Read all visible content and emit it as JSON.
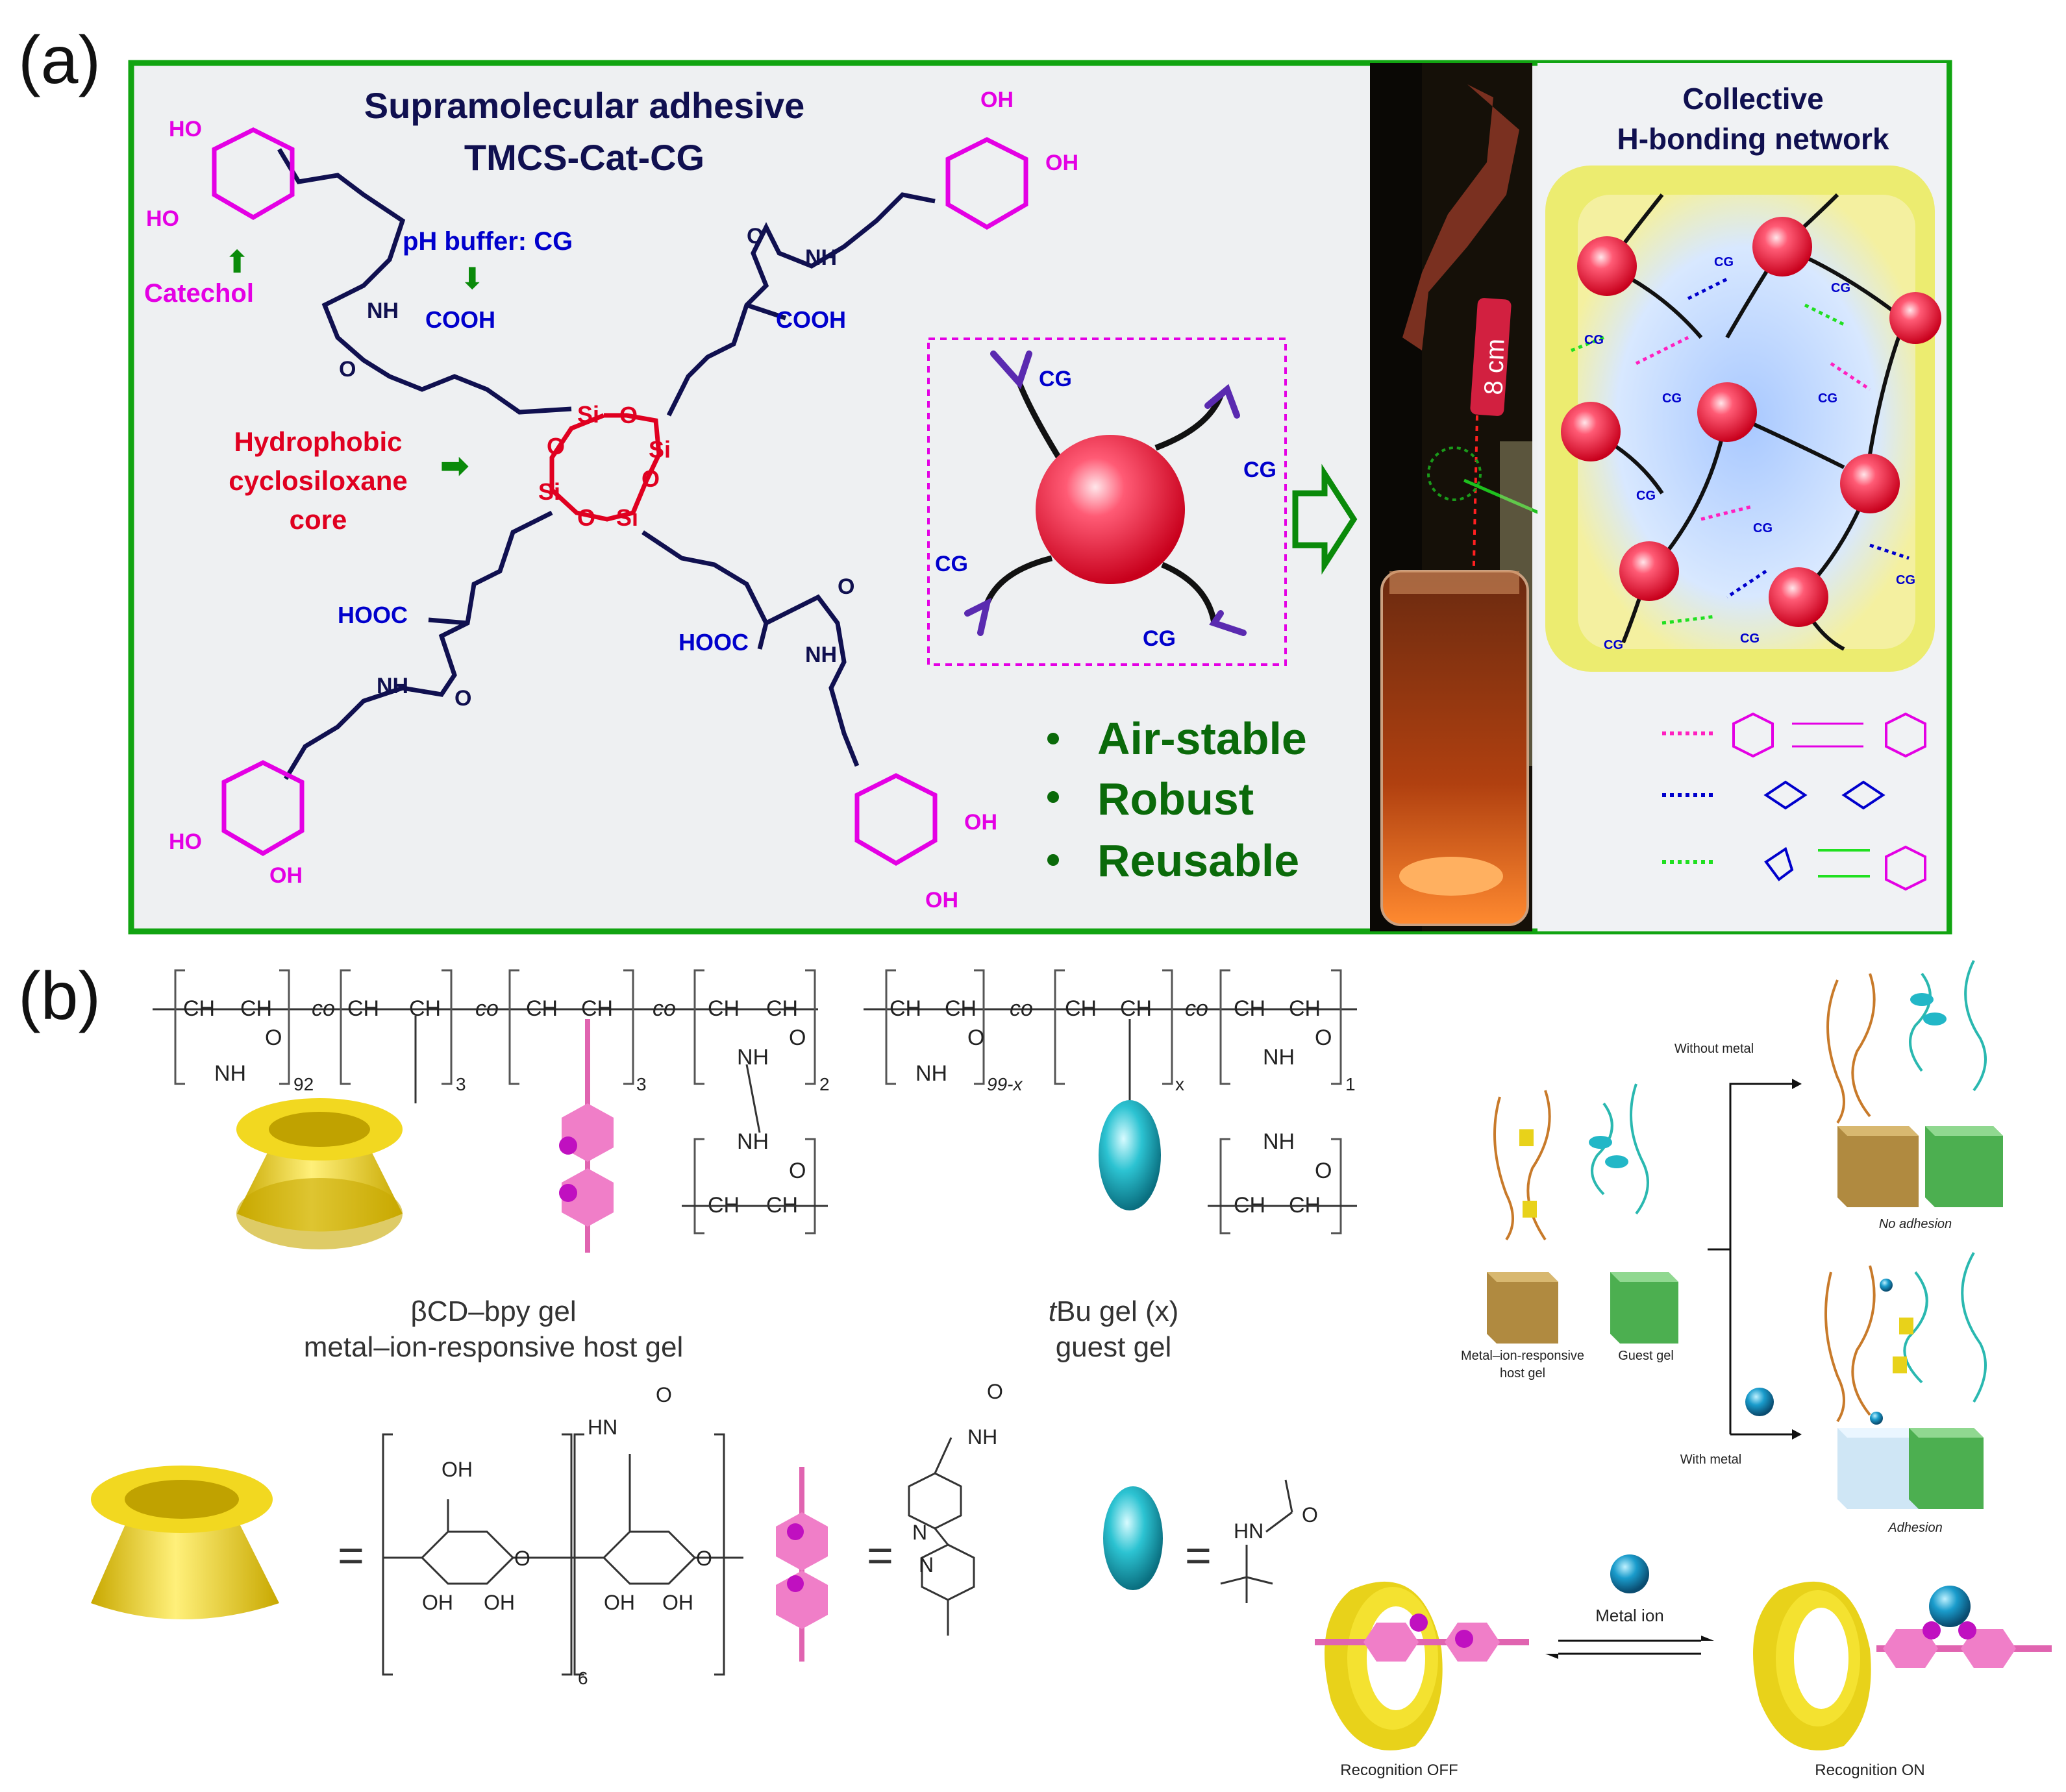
{
  "panel_a": {
    "label": "(a)",
    "title_line1": "Supramolecular adhesive",
    "title_line2": "TMCS-Cat-CG",
    "catechol": "Catechol",
    "ph_buffer": "pH buffer: CG",
    "core_line1": "Hydrophobic",
    "core_line2": "cyclosiloxane",
    "core_line3": "core",
    "ho": "HO",
    "oh": "OH",
    "nh": "NH",
    "cooh": "COOH",
    "hooc": "HOOC",
    "o": "O",
    "si": "Si",
    "cg": "CG",
    "bullets": [
      "Air-stable",
      "Robust",
      "Reusable"
    ],
    "distance": "8 cm",
    "network_line1": "Collective",
    "network_line2": "H-bonding network",
    "colors": {
      "frame": "#11a411",
      "magenta": "#e400e4",
      "blue": "#0000cc",
      "red": "#e00020",
      "green": "#0a8a0a",
      "navy": "#101050"
    }
  },
  "panel_b": {
    "label": "(b)",
    "co": "co",
    "ch2": "CH",
    "ch": "CH",
    "nh2": "NH",
    "nh": "NH",
    "o": "O",
    "sub_92": "92",
    "sub_3a": "3",
    "sub_3b": "3",
    "sub_2": "2",
    "sub_99x": "99-x",
    "sub_x": "x",
    "sub_1": "1",
    "host_name": "βCD–bpy gel",
    "host_desc": "metal–ion-responsive host gel",
    "guest_name_italic": "t",
    "guest_name_rest": "Bu gel (x)",
    "guest_desc": "guest gel",
    "eq": "=",
    "oh": "OH",
    "hn": "HN",
    "sub_6": "6",
    "n": "N",
    "without_metal": "Without metal",
    "with_metal": "With metal",
    "no_adhesion": "No adhesion",
    "adhesion": "Adhesion",
    "host_gel_line1": "Metal–ion-responsive",
    "host_gel_line2": "host gel",
    "guest_gel": "Guest gel",
    "metal_ion": "Metal ion",
    "recognition_off": "Recognition OFF",
    "recognition_on": "Recognition ON",
    "colors": {
      "cd": "#e8d21a",
      "bpy": "#f07ec8",
      "guest": "#22b7c7",
      "metal": "#1a8fb8"
    }
  }
}
